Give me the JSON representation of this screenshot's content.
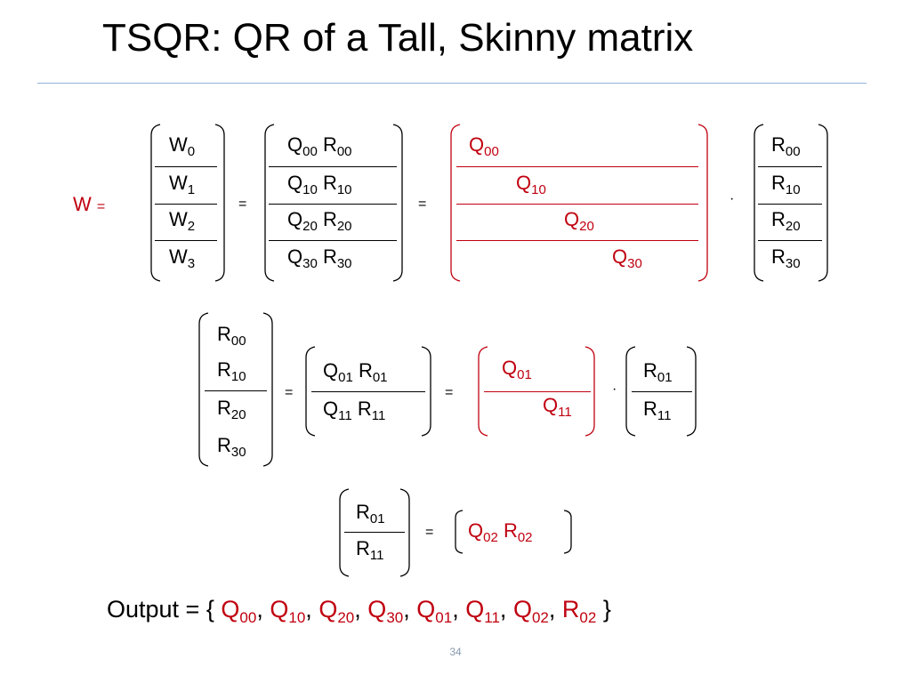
{
  "title": "TSQR: QR of a Tall, Skinny matrix",
  "colors": {
    "accent": "#c0000f",
    "rule": "#8fb4d6"
  },
  "ops": {
    "eq": "=",
    "dot": "·"
  },
  "eq1": {
    "lhs_label": "W",
    "lhs_eq": "=",
    "w_blocks": [
      {
        "base": "W",
        "sub": "0"
      },
      {
        "base": "W",
        "sub": "1"
      },
      {
        "base": "W",
        "sub": "2"
      },
      {
        "base": "W",
        "sub": "3"
      }
    ],
    "qr_blocks": [
      {
        "q": "Q",
        "qsub": "00",
        "r": "R",
        "rsub": "00"
      },
      {
        "q": "Q",
        "qsub": "10",
        "r": "R",
        "rsub": "10"
      },
      {
        "q": "Q",
        "qsub": "20",
        "r": "R",
        "rsub": "20"
      },
      {
        "q": "Q",
        "qsub": "30",
        "r": "R",
        "rsub": "30"
      }
    ],
    "q_diag": [
      {
        "base": "Q",
        "sub": "00"
      },
      {
        "base": "Q",
        "sub": "10"
      },
      {
        "base": "Q",
        "sub": "20"
      },
      {
        "base": "Q",
        "sub": "30"
      }
    ],
    "r_blocks": [
      {
        "base": "R",
        "sub": "00"
      },
      {
        "base": "R",
        "sub": "10"
      },
      {
        "base": "R",
        "sub": "20"
      },
      {
        "base": "R",
        "sub": "30"
      }
    ]
  },
  "eq2": {
    "r_blocks": [
      {
        "base": "R",
        "sub": "00"
      },
      {
        "base": "R",
        "sub": "10"
      },
      {
        "base": "R",
        "sub": "20"
      },
      {
        "base": "R",
        "sub": "30"
      }
    ],
    "qr_blocks": [
      {
        "q": "Q",
        "qsub": "01",
        "r": "R",
        "rsub": "01"
      },
      {
        "q": "Q",
        "qsub": "11",
        "r": "R",
        "rsub": "11"
      }
    ],
    "q_diag": [
      {
        "base": "Q",
        "sub": "01"
      },
      {
        "base": "Q",
        "sub": "11"
      }
    ],
    "r_out": [
      {
        "base": "R",
        "sub": "01"
      },
      {
        "base": "R",
        "sub": "11"
      }
    ]
  },
  "eq3": {
    "r_blocks": [
      {
        "base": "R",
        "sub": "01"
      },
      {
        "base": "R",
        "sub": "11"
      }
    ],
    "qr": {
      "q": "Q",
      "qsub": "02",
      "r": "R",
      "rsub": "02"
    }
  },
  "output": {
    "label": "Output =",
    "open": "{",
    "close": "}",
    "items": [
      {
        "base": "Q",
        "sub": "00"
      },
      {
        "base": "Q",
        "sub": "10"
      },
      {
        "base": "Q",
        "sub": "20"
      },
      {
        "base": "Q",
        "sub": "30"
      },
      {
        "base": "Q",
        "sub": "01"
      },
      {
        "base": "Q",
        "sub": "11"
      },
      {
        "base": "Q",
        "sub": "02"
      },
      {
        "base": "R",
        "sub": "02"
      }
    ],
    "sep": ","
  },
  "page_number": "34"
}
